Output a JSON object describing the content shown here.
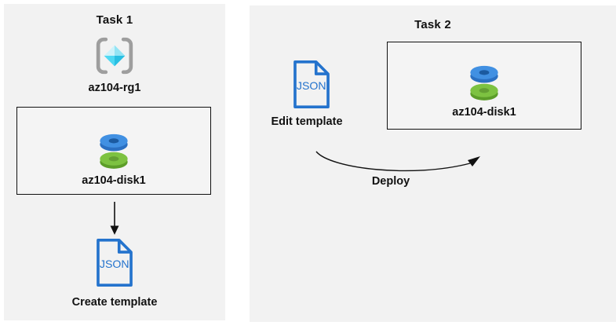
{
  "canvas": {
    "background": "#ffffff",
    "panel_background": "#f2f2f2",
    "box_border_color": "#111111",
    "text_color": "#111111",
    "accent_blue": "#2473cd",
    "disk_blue": "#4190e2",
    "disk_green": "#7dc241",
    "bracket_gray": "#9e9e9e",
    "cube_cyan": "#4fd8f2"
  },
  "icons": {
    "resource_group": "resource-group-icon",
    "managed_disk": "managed-disk-icon",
    "json_file": "json-file-icon",
    "down_arrow": "down-arrow-icon",
    "deploy_arrow": "deploy-arrow-icon"
  },
  "task1": {
    "title": "Task 1",
    "resource_group_label": "az104-rg1",
    "disk_label": "az104-disk1",
    "json_file_label": "JSON",
    "action_label": "Create template"
  },
  "task2": {
    "title": "Task 2",
    "json_file_label": "JSON",
    "edit_label": "Edit template",
    "disk_label": "az104-disk1",
    "arrow_label": "Deploy"
  }
}
